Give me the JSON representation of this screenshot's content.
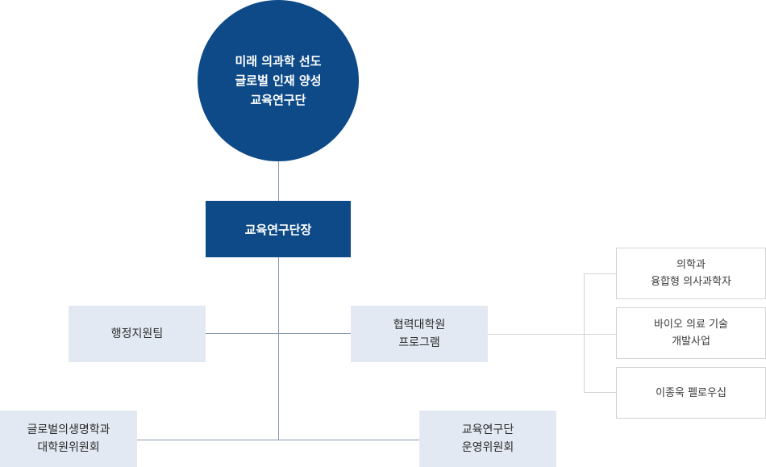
{
  "org": {
    "center": {
      "lines": [
        "미래 의과학 선도",
        "글로벌 인재 양성",
        "교육연구단"
      ]
    },
    "head": {
      "label": "교육연구단장"
    },
    "admin_team": {
      "label": "행정지원팀"
    },
    "cooperation": {
      "lines": [
        "협력대학원",
        "프로그램"
      ]
    },
    "committees": [
      {
        "lines": [
          "글로벌의생명학과",
          "대학원위원회"
        ]
      },
      {
        "lines": [
          "교육연구단",
          "운영위원회"
        ]
      }
    ],
    "programs": [
      {
        "lines": [
          "의학과",
          "융합형 의사과학자"
        ]
      },
      {
        "lines": [
          "바이오 의료 기술",
          "개발사업"
        ]
      },
      {
        "lines": [
          "이종욱 펠로우십"
        ]
      }
    ]
  },
  "colors": {
    "primary": "#0d4a87",
    "sub_bg": "#e3e9f3",
    "line": "#8a9bb0",
    "program_border": "#d4d4d4"
  }
}
